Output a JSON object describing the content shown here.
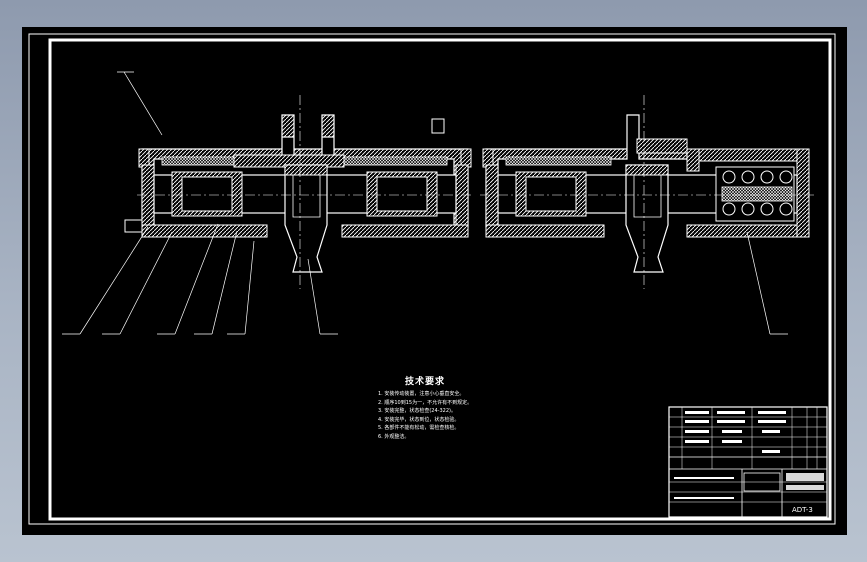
{
  "colors": {
    "background": "#000000",
    "line": "#ffffff",
    "frame_outer": "#8e9aae"
  },
  "tech_requirements": {
    "title": "技术要求",
    "items": [
      "1. 安装传动装置，注意小心垂直安全。",
      "2. 顺序10到15为一，不允许有不到规定。",
      "3. 安装完整，状态检查(24-322)。",
      "4. 安装完毕，状态到位，状态检验。",
      "5. 各部件不能有松动，需检查核检。",
      "6. 外观整洁。"
    ]
  },
  "title_block": {
    "drawing_code": "ADT-3"
  }
}
